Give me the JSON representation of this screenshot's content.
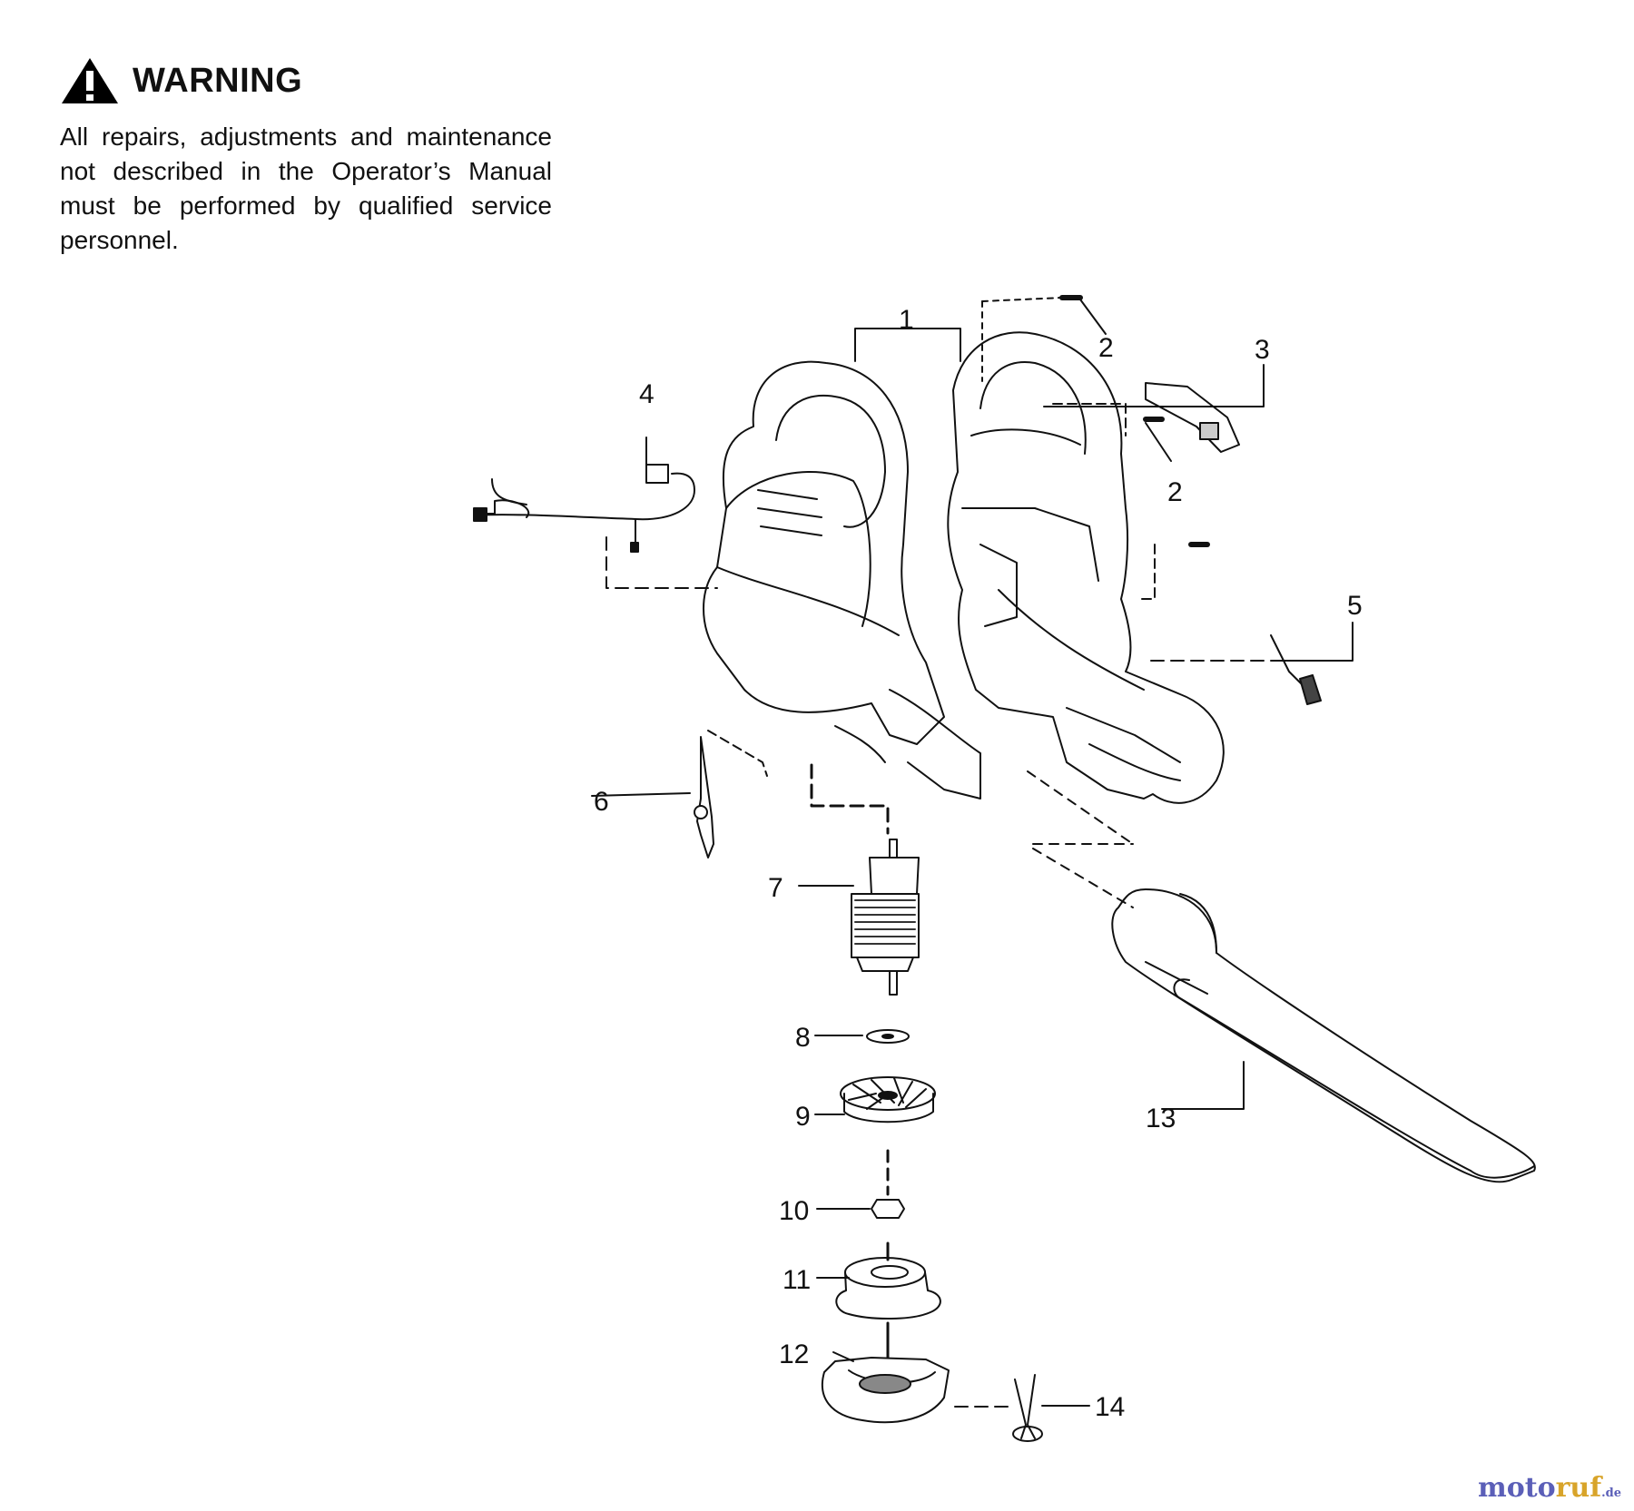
{
  "warning": {
    "icon": "warning-triangle-icon",
    "title": "WARNING",
    "body": "All repairs, adjustments and maintenance not described in the Operator’s Manual must be performed by qualified  service personnel."
  },
  "callouts": [
    {
      "id": "1",
      "label": "1"
    },
    {
      "id": "2a",
      "label": "2"
    },
    {
      "id": "2b",
      "label": "2"
    },
    {
      "id": "3",
      "label": "3"
    },
    {
      "id": "4",
      "label": "4"
    },
    {
      "id": "5",
      "label": "5"
    },
    {
      "id": "6",
      "label": "6"
    },
    {
      "id": "7",
      "label": "7"
    },
    {
      "id": "8",
      "label": "8"
    },
    {
      "id": "9",
      "label": "9"
    },
    {
      "id": "10",
      "label": "10"
    },
    {
      "id": "11",
      "label": "11"
    },
    {
      "id": "12",
      "label": "12"
    },
    {
      "id": "13",
      "label": "13"
    },
    {
      "id": "14",
      "label": "14"
    }
  ],
  "watermark": {
    "part1": "moto",
    "part2": "ruf",
    "part3": ".de"
  }
}
